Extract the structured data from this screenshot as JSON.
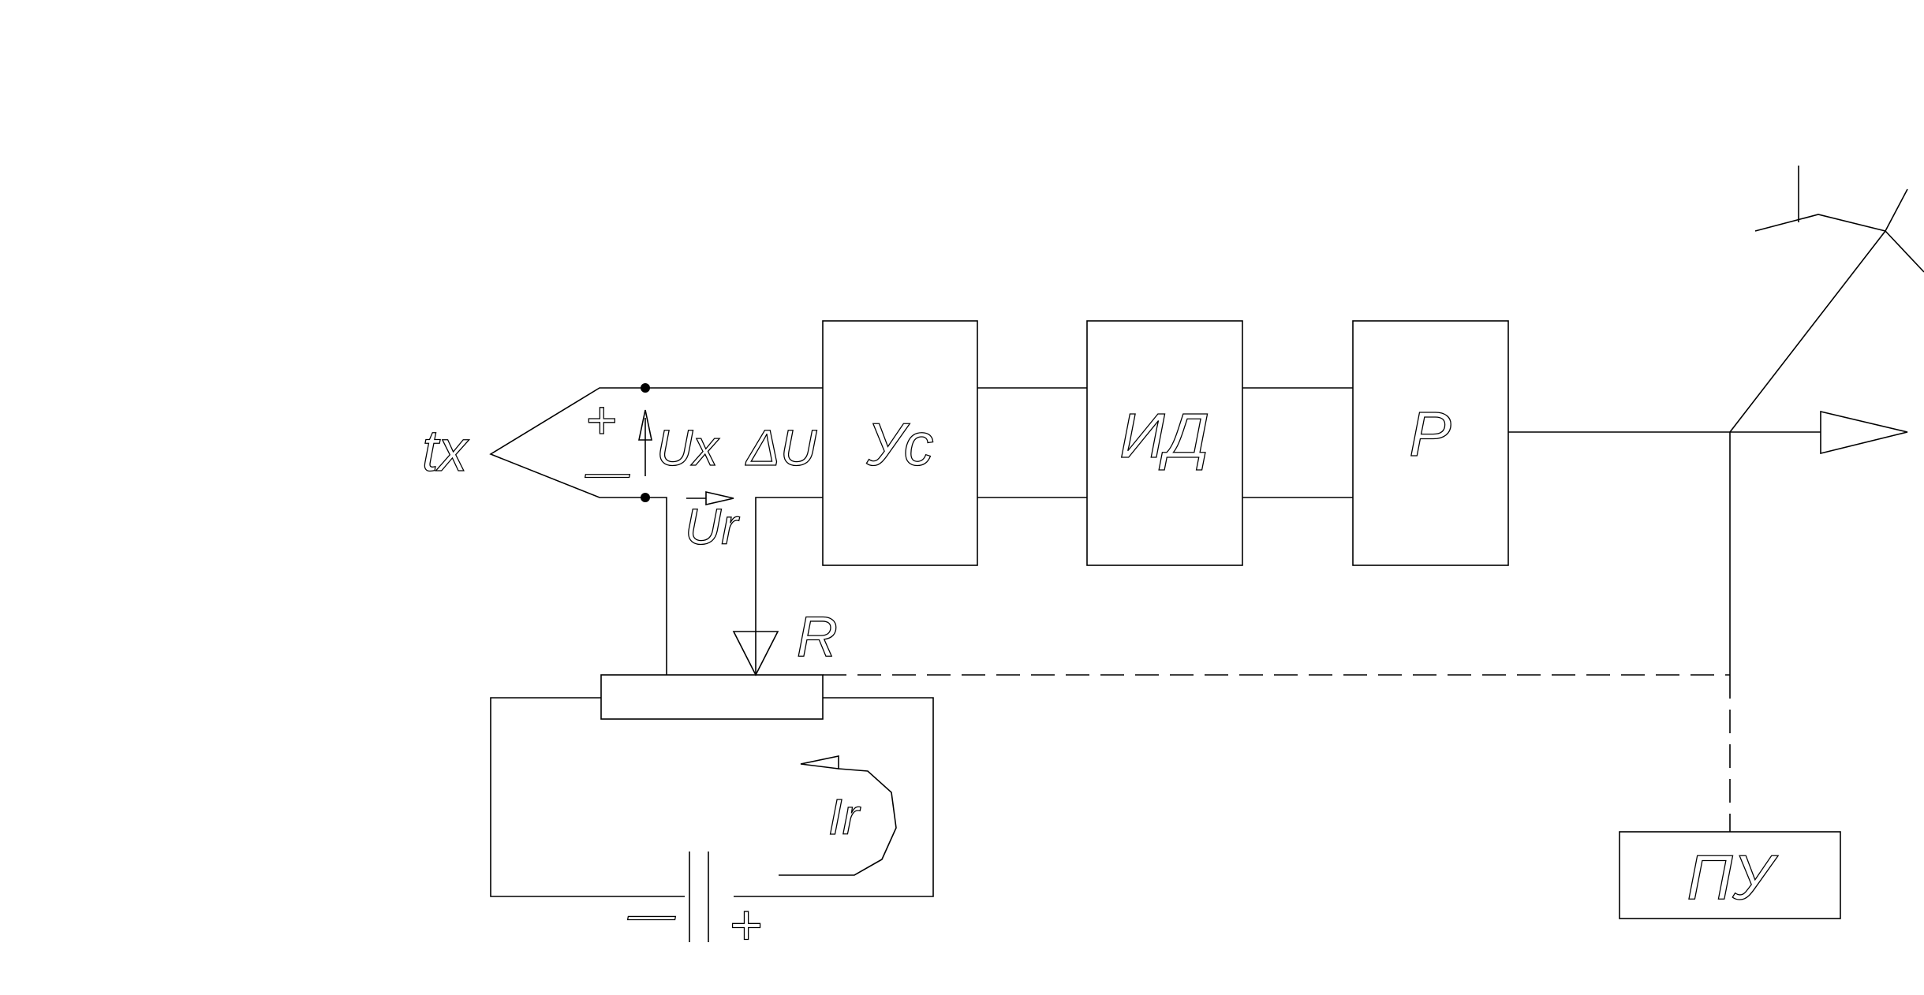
{
  "diagram": {
    "labels": {
      "sensor": "tx",
      "plus_top": "+",
      "minus_top": "—",
      "ux": "Ux",
      "delta_u": "ΔU",
      "ur": "Ur",
      "r": "R",
      "ir": "Ir",
      "battery_minus": "—",
      "battery_plus": "+"
    },
    "blocks": {
      "amplifier": "Ус",
      "motor": "ИД",
      "reducer": "Р",
      "control": "ПУ"
    },
    "colors": {
      "line": "#000000",
      "background": "#ffffff"
    }
  }
}
